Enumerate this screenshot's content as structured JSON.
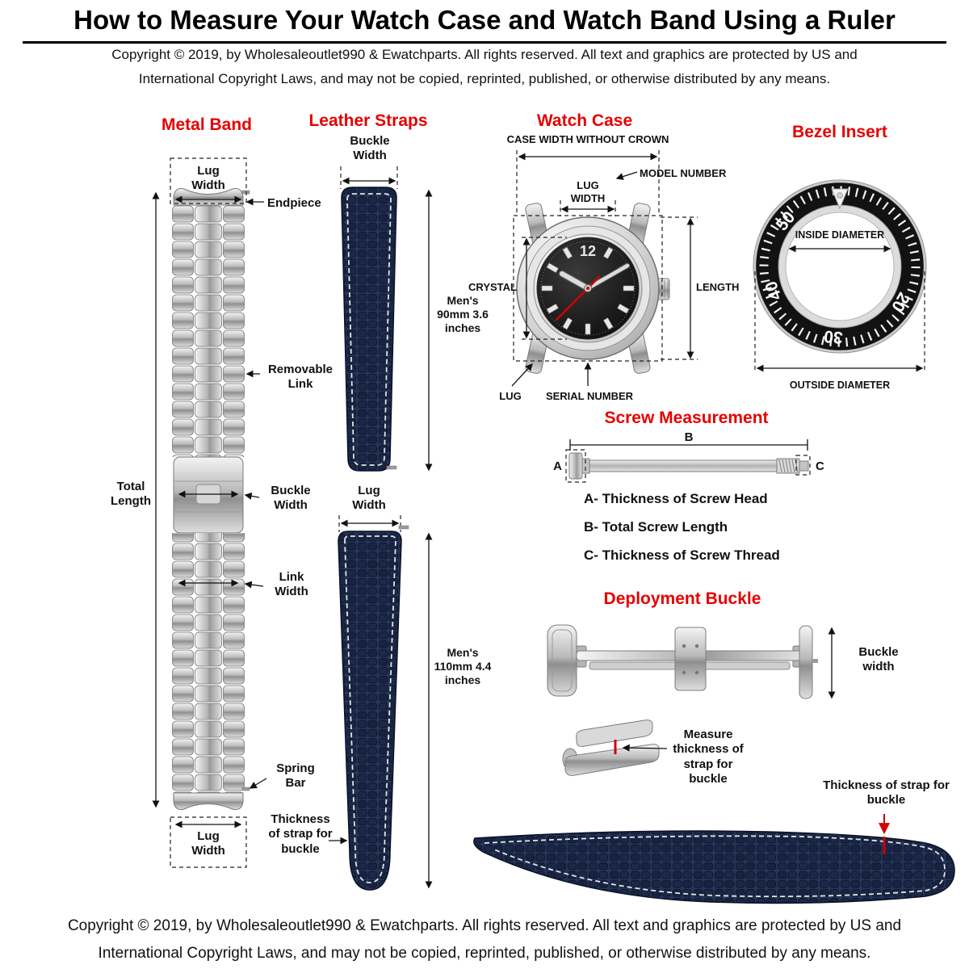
{
  "title": "How to Measure Your Watch Case and Watch Band Using a Ruler",
  "copyright_top": {
    "line1": "Copyright  © 2019, by Wholesaleoutlet990 & Ewatchparts. All rights reserved. All text and graphics are protected by US and",
    "line2": "International Copyright Laws, and may not be copied, reprinted, published, or otherwise distributed by any  means."
  },
  "copyright_bottom": {
    "line1": "Copyright  © 2019, by Wholesaleoutlet990 & Ewatchparts. All rights reserved. All text and graphics are protected by US and",
    "line2": "International Copyright Laws, and may not be copied, reprinted, published, or otherwise distributed by any  means."
  },
  "colors": {
    "heading_red": "#e60000",
    "strap_navy": "#1d2a4d",
    "steel_gray": "#c0c0c0",
    "marker_red": "#d10000"
  },
  "metal_band": {
    "heading": "Metal Band",
    "lug_width_top": "Lug Width",
    "endpiece": "Endpiece",
    "removable_link": "Removable Link",
    "total_length": "Total Length",
    "buckle_width": "Buckle Width",
    "link_width": "Link Width",
    "spring_bar": "Spring Bar",
    "lug_width_bottom": "Lug Width"
  },
  "leather_straps": {
    "heading": "Leather Straps",
    "buckle_width": "Buckle Width",
    "short_strap_length": "Men's 90mm 3.6 inches",
    "lug_width": "Lug Width",
    "long_strap_length": "Men's 110mm 4.4 inches",
    "thickness": "Thickness of strap for buckle"
  },
  "watch_case": {
    "heading": "Watch Case",
    "case_width": "CASE WIDTH WITHOUT CROWN",
    "model_number": "MODEL NUMBER",
    "lug_width": "LUG WIDTH",
    "crystal": "CRYSTAL",
    "length": "LENGTH",
    "lug": "LUG",
    "serial_number": "SERIAL NUMBER",
    "dial_numeral": "12"
  },
  "bezel": {
    "heading": "Bezel Insert",
    "inside_diameter": "INSIDE DIAMETER",
    "outside_diameter": "OUTSIDE DIAMETER",
    "numbers": [
      "50",
      "40",
      "30",
      "20"
    ]
  },
  "screw": {
    "heading": "Screw Measurement",
    "a_label": "A",
    "b_label": "B",
    "c_label": "C",
    "line_a": "A- Thickness of Screw Head",
    "line_b": "B- Total Screw Length",
    "line_c": "C- Thickness of Screw Thread"
  },
  "deployment": {
    "heading": "Deployment Buckle",
    "buckle_width": "Buckle width",
    "measure_thickness": "Measure thickness of strap for buckle"
  },
  "bottom_strap": {
    "thickness": "Thickness of strap for buckle"
  }
}
